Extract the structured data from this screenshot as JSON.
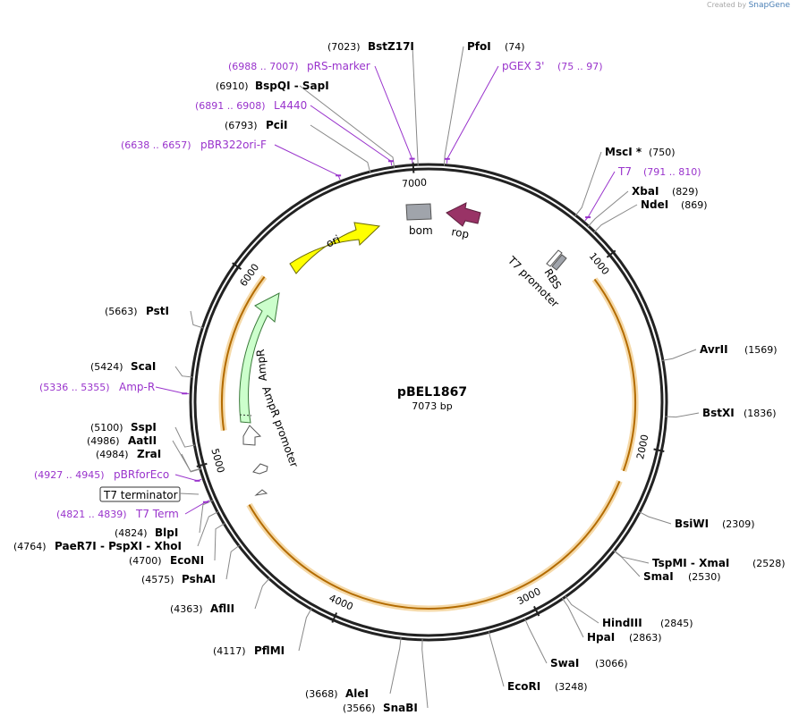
{
  "credit": {
    "prefix": "Created by",
    "brand": "SnapGene"
  },
  "plasmid": {
    "name": "pBEL1867",
    "length_label": "7073 bp",
    "length": 7073
  },
  "colors": {
    "site": "#000000",
    "primer": "#9933cc",
    "orf": "#e8a23c",
    "ori": "#ffff00",
    "amp": "#ccffcc",
    "rop": "#993366",
    "bom": "#a0a4ab",
    "ring": "#222222"
  },
  "ticks": [
    {
      "label": "1000",
      "pos": 1000
    },
    {
      "label": "2000",
      "pos": 2000
    },
    {
      "label": "3000",
      "pos": 3000
    },
    {
      "label": "4000",
      "pos": 4000
    },
    {
      "label": "5000",
      "pos": 5000
    },
    {
      "label": "6000",
      "pos": 6000
    },
    {
      "label": "7000",
      "pos": 7000
    }
  ],
  "sites": [
    {
      "name": "PfoI",
      "coord": "(74)",
      "pos": 74
    },
    {
      "name": "MscI",
      "star": "*",
      "coord": "(750)",
      "pos": 750
    },
    {
      "name": "XbaI",
      "coord": "(829)",
      "pos": 829
    },
    {
      "name": "NdeI",
      "coord": "(869)",
      "pos": 869
    },
    {
      "name": "AvrII",
      "coord": "(1569)",
      "pos": 1569
    },
    {
      "name": "BstXI",
      "coord": "(1836)",
      "pos": 1836
    },
    {
      "name": "BsiWI",
      "coord": "(2309)",
      "pos": 2309
    },
    {
      "name": "TspMI",
      "sep": "-",
      "name2": "XmaI",
      "coord": "(2528)",
      "pos": 2528
    },
    {
      "name": "SmaI",
      "coord": "(2530)",
      "pos": 2530
    },
    {
      "name": "HindIII",
      "coord": "(2845)",
      "pos": 2845
    },
    {
      "name": "HpaI",
      "coord": "(2863)",
      "pos": 2863
    },
    {
      "name": "SwaI",
      "coord": "(3066)",
      "pos": 3066
    },
    {
      "name": "EcoRI",
      "coord": "(3248)",
      "pos": 3248
    },
    {
      "name": "SnaBI",
      "coord": "(3566)",
      "pos": 3566
    },
    {
      "name": "AleI",
      "coord": "(3668)",
      "pos": 3668
    },
    {
      "name": "PflMI",
      "coord": "(4117)",
      "pos": 4117
    },
    {
      "name": "AflII",
      "coord": "(4363)",
      "pos": 4363
    },
    {
      "name": "PshAI",
      "coord": "(4575)",
      "pos": 4575
    },
    {
      "name": "EcoNI",
      "coord": "(4700)",
      "pos": 4700
    },
    {
      "name": "PaeR7I",
      "sep": "-",
      "name2": "PspXI",
      "sep2": "-",
      "name3": "XhoI",
      "coord": "(4764)",
      "pos": 4764
    },
    {
      "name": "BlpI",
      "coord": "(4824)",
      "pos": 4824
    },
    {
      "name": "ZraI",
      "coord": "(4984)",
      "pos": 4984
    },
    {
      "name": "AatII",
      "coord": "(4986)",
      "pos": 4986
    },
    {
      "name": "SspI",
      "coord": "(5100)",
      "pos": 5100
    },
    {
      "name": "ScaI",
      "coord": "(5424)",
      "pos": 5424
    },
    {
      "name": "PstI",
      "coord": "(5663)",
      "pos": 5663
    },
    {
      "name": "PciI",
      "coord": "(6793)",
      "pos": 6793
    },
    {
      "name": "BspQI",
      "sep": "-",
      "name2": "SapI",
      "coord": "(6910)",
      "pos": 6910
    },
    {
      "name": "BstZ17I",
      "coord": "(7023)",
      "pos": 7023
    }
  ],
  "primers": [
    {
      "name": "pGEX 3'",
      "coord": "(75 .. 97)",
      "pos": 86
    },
    {
      "name": "T7",
      "coord": "(791 .. 810)",
      "pos": 800
    },
    {
      "name": "T7 Term",
      "coord": "(4821 .. 4839)",
      "pos": 4830
    },
    {
      "name": "pBRforEco",
      "coord": "(4927 .. 4945)",
      "pos": 4936
    },
    {
      "name": "Amp-R",
      "coord": "(5336 .. 5355)",
      "pos": 5345
    },
    {
      "name": "pBR322ori-F",
      "coord": "(6638 .. 6657)",
      "pos": 6647
    },
    {
      "name": "L4440",
      "coord": "(6891 .. 6908)",
      "pos": 6899
    },
    {
      "name": "pRS-marker",
      "coord": "(6988 .. 7007)",
      "pos": 6997
    }
  ],
  "orfs": [
    {
      "start": 1050,
      "end": 2150
    },
    {
      "start": 2210,
      "end": 4720
    },
    {
      "start": 5150,
      "end": 6040
    }
  ],
  "features": {
    "ori": "ori",
    "ampr": "AmpR",
    "ampr_promoter": "AmpR promoter",
    "bom": "bom",
    "rop": "rop",
    "rbs": "RBS",
    "t7_promoter": "T7 promoter",
    "t7_terminator": "T7 terminator"
  }
}
